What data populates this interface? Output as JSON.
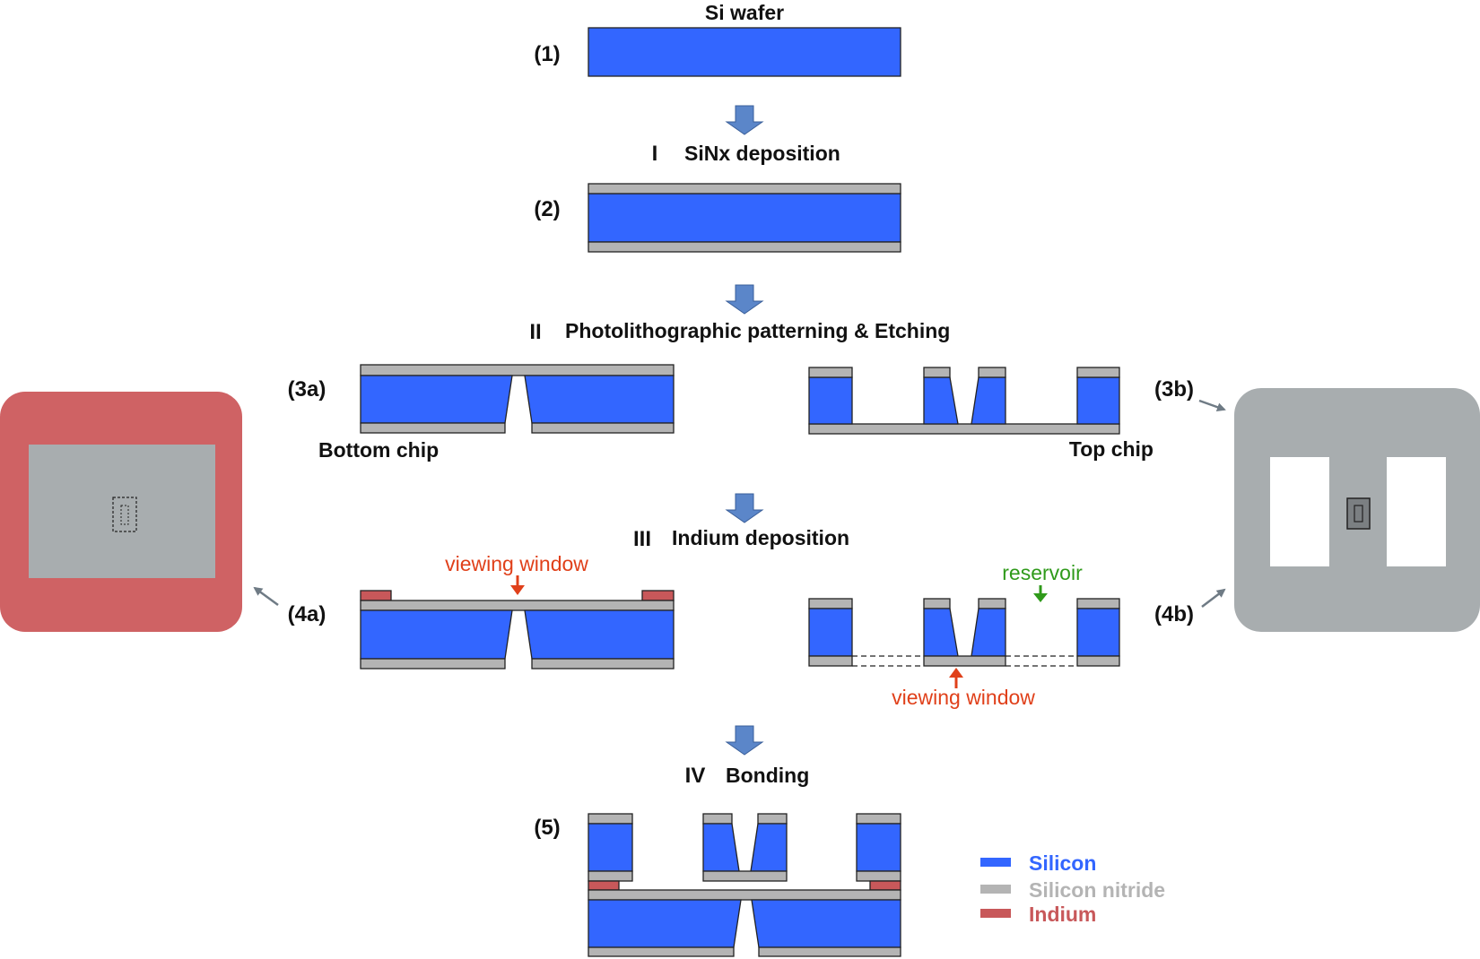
{
  "colors": {
    "silicon": "#3366ff",
    "nitride": "#b4b4b4",
    "indium": "#c8585a",
    "arrow": "#5b86c9",
    "annotation_red": "#e0401a",
    "annotation_green": "#2f9a1a",
    "topview_gray": "#a8adaf"
  },
  "steps": {
    "s1": "(1)",
    "s2": "(2)",
    "s3a": "(3a)",
    "s3b": "(3b)",
    "s4a": "(4a)",
    "s4b": "(4b)",
    "s5": "(5)"
  },
  "process": {
    "wafer_title": "Si wafer",
    "p1_num": "I",
    "p1_label": "SiNx deposition",
    "p2_num": "II",
    "p2_label": "Photolithographic patterning & Etching",
    "p3_num": "III",
    "p3_label": "Indium deposition",
    "p4_num": "IV",
    "p4_label": "Bonding"
  },
  "labels": {
    "bottom_chip": "Bottom chip",
    "top_chip": "Top chip",
    "viewing_window_top": "viewing window",
    "viewing_window_bottom": "viewing window",
    "reservoir": "reservoir"
  },
  "legend": {
    "silicon": "Silicon",
    "nitride": "Silicon nitride",
    "indium": "Indium"
  }
}
